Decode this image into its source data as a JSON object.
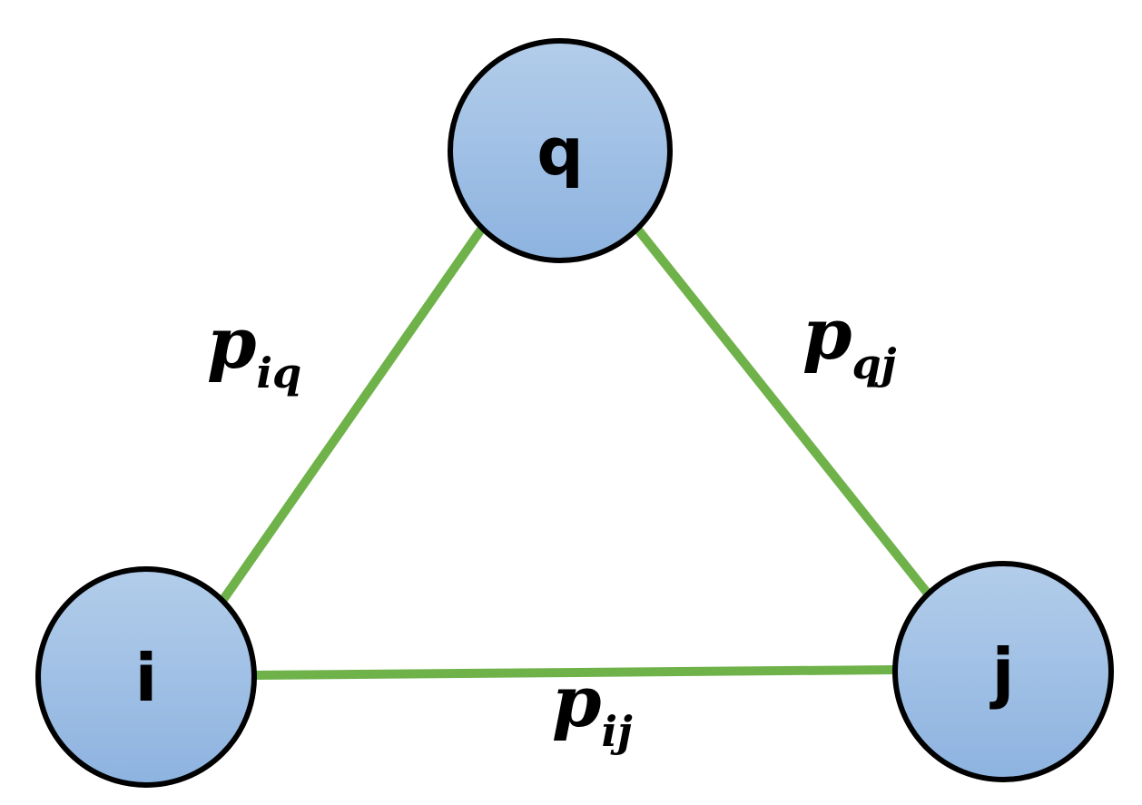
{
  "colors": {
    "edge": "#6fb24a",
    "node_fill_top": "#b3cdea",
    "node_fill_bottom": "#8db3e0",
    "node_stroke": "#000000"
  },
  "nodes": [
    {
      "id": "q",
      "label": "q"
    },
    {
      "id": "i",
      "label": "i"
    },
    {
      "id": "j",
      "label": "j"
    }
  ],
  "edges": [
    {
      "id": "iq",
      "from": "i",
      "to": "q",
      "label_main": "p",
      "label_sub": "iq"
    },
    {
      "id": "qj",
      "from": "q",
      "to": "j",
      "label_main": "p",
      "label_sub": "qj"
    },
    {
      "id": "ij",
      "from": "i",
      "to": "j",
      "label_main": "p",
      "label_sub": "ij"
    }
  ]
}
